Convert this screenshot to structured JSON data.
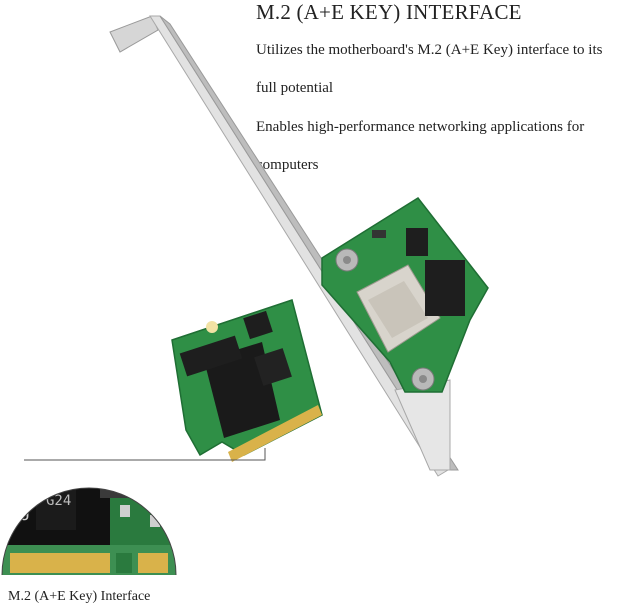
{
  "heading": "M.2 (A+E KEY) INTERFACE",
  "description": [
    "Utilizes the motherboard's M.2 (A+E Key) interface to its",
    "full potential",
    "Enables high-performance networking applications for",
    "computers"
  ],
  "caption": "M.2 (A+E Key) Interface",
  "colors": {
    "pcb_green": "#2f8f46",
    "bracket_silver": "#d9d9d9",
    "gold_contacts": "#d9b24a"
  }
}
